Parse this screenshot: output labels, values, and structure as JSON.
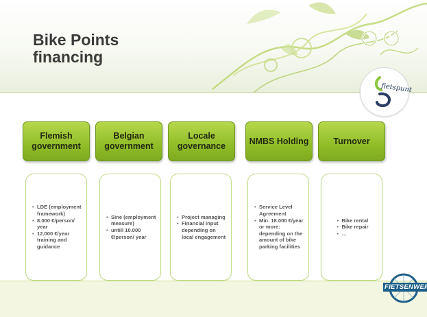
{
  "title": {
    "line1": "Bike Points",
    "line2": "financing"
  },
  "logos": {
    "fietspunt": "fietspunt",
    "fietsenwerk": "FIETSENWERK"
  },
  "columns": [
    {
      "header": "Flemish government",
      "items": [
        "LDE (employment framework)",
        "8.000 €/person/ year",
        "12.000 €/year training and guidance"
      ]
    },
    {
      "header": "Belgian government",
      "items": [
        "Sine (employment measure)",
        "untill 10.000 €/person/ year"
      ]
    },
    {
      "header": "Locale governance",
      "items": [
        "Project managing",
        "Financial input depending on local engagement"
      ]
    },
    {
      "header": "NMBS Holding",
      "items": [
        "Service Level Agreement",
        "Min. 18.000 €/year",
        "or more: depending on the amount of bike parking facilities"
      ]
    },
    {
      "header": "Turnover",
      "items": [
        "Bike rental",
        "Bike repair",
        "…"
      ]
    }
  ],
  "colors": {
    "accent_green": "#93bf2b",
    "header_text": "#222a10",
    "title": "#3b3b3b"
  }
}
